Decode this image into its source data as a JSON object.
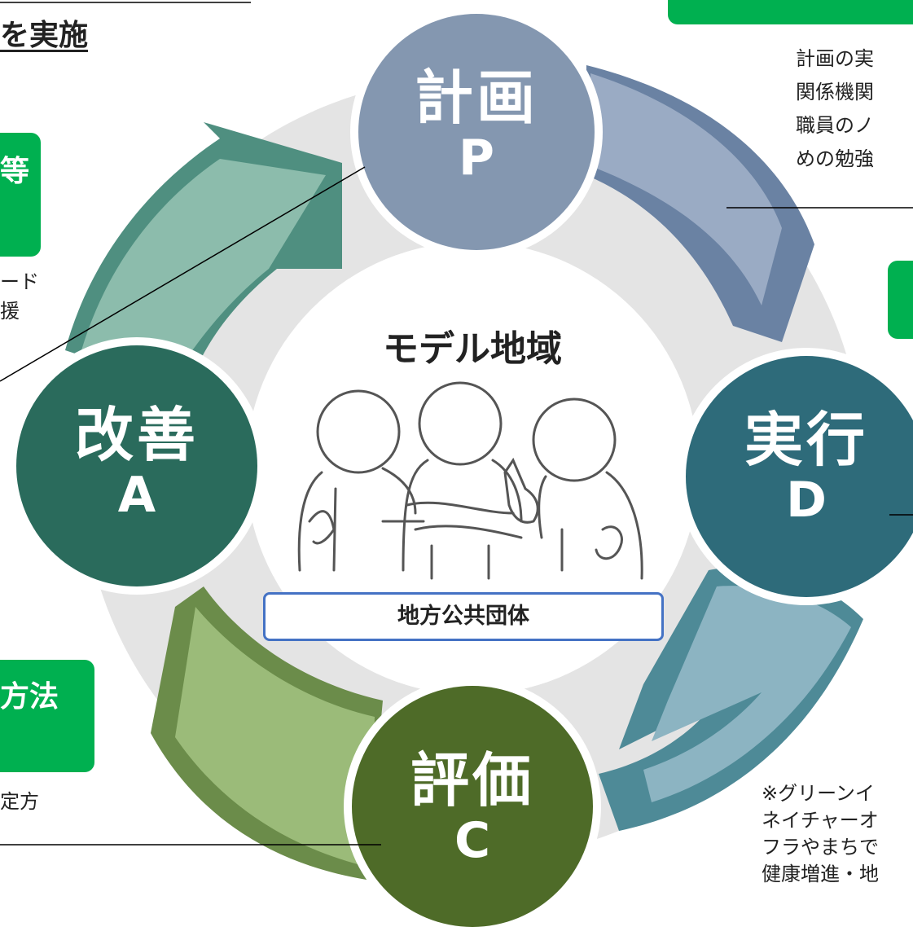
{
  "heading": "を実施",
  "center": {
    "title": "モデル地域",
    "box_label": "地方公共団体"
  },
  "phases": [
    {
      "key": "plan",
      "name": "計画",
      "letter": "P",
      "color": "#8497b0"
    },
    {
      "key": "do",
      "name": "実行",
      "letter": "D",
      "color": "#2e6b7a"
    },
    {
      "key": "check",
      "name": "評価",
      "letter": "C",
      "color": "#4e6b28"
    },
    {
      "key": "act",
      "name": "改善",
      "letter": "A",
      "color": "#2a6b5c"
    }
  ],
  "left_boxes": [
    {
      "label": "等"
    },
    {
      "label": "方法"
    }
  ],
  "left_notes": [
    {
      "text": "ード\n援"
    },
    {
      "text": "定方"
    }
  ],
  "right_notes": [
    {
      "text": "計画の実\n関係機関\n職員のノ\nめの勉強"
    },
    {
      "text": "※グリーンイ\nネイチャーオ\nフラやまちで\n健康増進・地"
    }
  ],
  "colors": {
    "ring": "#e4e4e4",
    "green_box": "#00b050",
    "center_box_border": "#4472c4"
  }
}
